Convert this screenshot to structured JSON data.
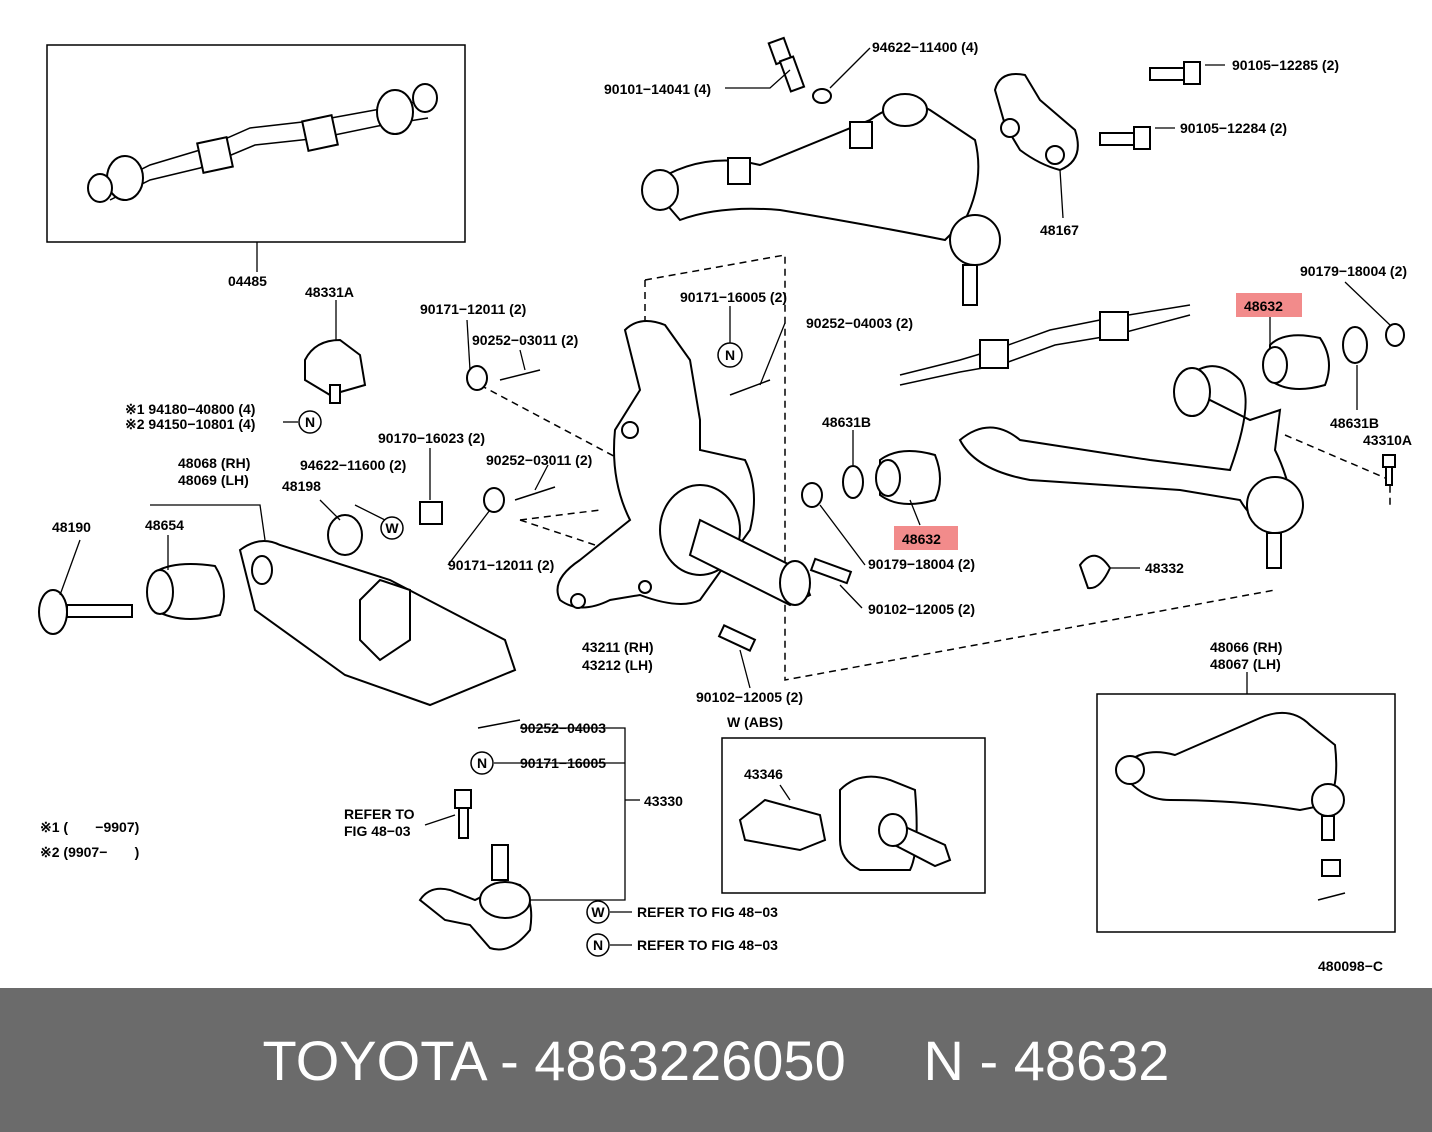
{
  "callouts": {
    "c04485": "04485",
    "c48331A": "48331A",
    "c90171_12011a": "90171−12011 (2)",
    "c90252_03011a": "90252−03011 (2)",
    "c90171_16005": "90171−16005 (2)",
    "c90252_04003": "90252−04003 (2)",
    "c90101_14041": "90101−14041 (4)",
    "c94622_11400": "94622−11400 (4)",
    "c90105_12285": "90105−12285 (2)",
    "c90105_12284": "90105−12284 (2)",
    "c48167": "48167",
    "c48632_top": "48632",
    "c90179_18004_top": "90179−18004 (2)",
    "c48631B_right": "48631B",
    "c43310A": "43310A",
    "c48631B_mid": "48631B",
    "c48632_mid": "48632",
    "c90179_18004_mid": "90179−18004 (2)",
    "c90102_12005_right": "90102−12005 (2)",
    "c48332": "48332",
    "c94180": "※1 94180−40800 (4)",
    "c94150": "※2 94150−10801 (4)",
    "c90170_16023": "90170−16023 (2)",
    "c48068": "48068 (RH)",
    "c48069": "48069 (LH)",
    "c94622_11600": "94622−11600 (2)",
    "c90252_03011b": "90252−03011 (2)",
    "c48198": "48198",
    "c48190": "48190",
    "c48654": "48654",
    "c90171_12011b": "90171−12011 (2)",
    "c43211": "43211 (RH)",
    "c43212": "43212 (LH)",
    "c90102_12005_bottom": "90102−12005 (2)",
    "c48066": "48066 (RH)",
    "c48067": "48067 (LH)",
    "c90252_04003_b": "90252−04003",
    "c90171_16005_b": "90171−16005",
    "c43330": "43330",
    "refer_line1": "REFER TO",
    "refer_line2": "FIG 48−03",
    "w_abs": "W (ABS)",
    "c43346": "43346",
    "refer_w": "REFER TO FIG 48−03",
    "refer_n": "REFER TO FIG 48−03",
    "note1": "※1 (       −9907)",
    "note2": "※2 (9907−       )",
    "fig_id": "480098−C"
  },
  "markers": {
    "n": "N",
    "w": "W"
  },
  "footer": {
    "text": "TOYOTA - 4863226050     N - 48632"
  },
  "colors": {
    "highlight": "#f28b8b",
    "footer_bg": "#6b6b6b",
    "footer_text": "#ffffff"
  }
}
